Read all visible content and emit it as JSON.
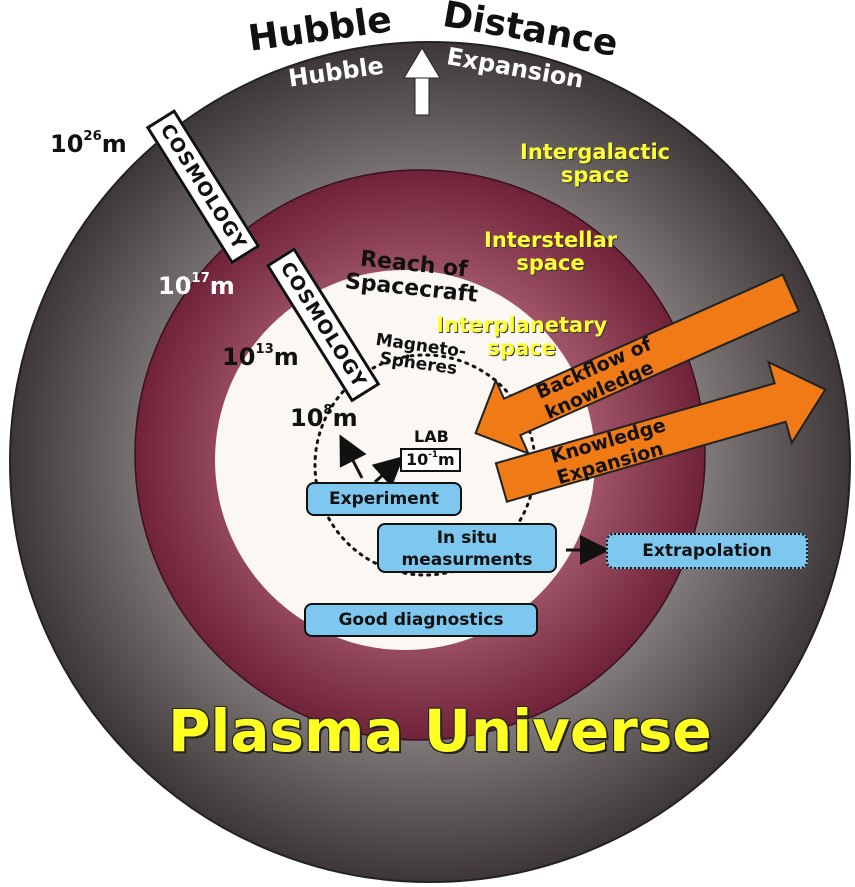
{
  "title": {
    "word1": "Hubble",
    "word2": "Distance",
    "sub1": "Hubble",
    "sub2": "Expansion"
  },
  "regions": {
    "intergalactic": [
      "Intergalactic",
      "space"
    ],
    "interstellar": [
      "Interstellar",
      "space"
    ],
    "interplanetary": [
      "Interplanetary",
      "space"
    ],
    "reach": [
      "Reach of",
      "Spacecraft"
    ],
    "magneto": [
      "Magneto-",
      "Spheres"
    ]
  },
  "scales": {
    "s26": {
      "base": "10",
      "exp": "26",
      "unit": "m"
    },
    "s17": {
      "base": "10",
      "exp": "17",
      "unit": "m"
    },
    "s13": {
      "base": "10",
      "exp": "13",
      "unit": "m"
    },
    "s8": {
      "base": "10",
      "exp": "8",
      "unit": "m"
    },
    "lab": {
      "base": "10",
      "exp": "-1",
      "unit": "m"
    }
  },
  "labels": {
    "cosmology": "COSMOLOGY",
    "lab": "LAB",
    "backflow": "Backflow of knowledge",
    "expansion": "Knowledge Expansion",
    "plasma": "Plasma Universe"
  },
  "boxes": {
    "experiment": "Experiment",
    "insitu": [
      "In situ",
      "measurments"
    ],
    "extrapolation": "Extrapolation",
    "diagnostics": "Good diagnostics"
  },
  "colors": {
    "outer_center": "#c2bcbc",
    "outer_edge": "#3e3737",
    "ring_center": "#c89aa6",
    "ring_edge": "#6f2238",
    "inner": "#fbf8f4",
    "arrow_orange": "#f07a16",
    "box_blue": "#7ec8f0",
    "text_yellow": "#ffff33"
  }
}
